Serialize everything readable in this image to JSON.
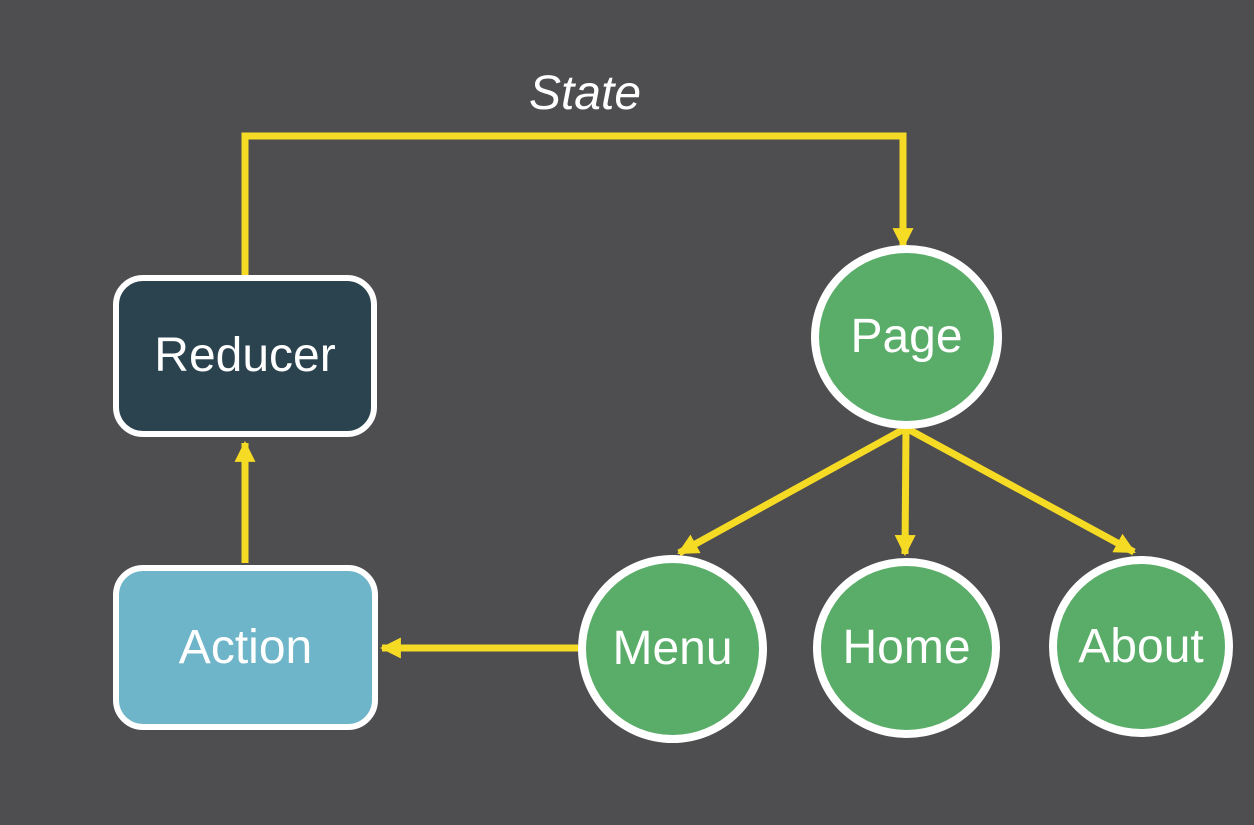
{
  "diagram": {
    "type": "flow-diagram",
    "background_color": "#4E4D4F",
    "colors": {
      "background": "#4E4D4F",
      "arrow": "#F6DB25",
      "node_border": "#FFFFFF",
      "label_text": "#FFFFFF",
      "reducer_fill": "#2B434E",
      "action_fill": "#6FB5C9",
      "circle_fill": "#5AAD68"
    },
    "nodes": [
      {
        "id": "reducer",
        "label": "Reducer",
        "shape": "rounded-rect"
      },
      {
        "id": "action",
        "label": "Action",
        "shape": "rounded-rect"
      },
      {
        "id": "page",
        "label": "Page",
        "shape": "circle"
      },
      {
        "id": "menu",
        "label": "Menu",
        "shape": "circle"
      },
      {
        "id": "home",
        "label": "Home",
        "shape": "circle"
      },
      {
        "id": "about",
        "label": "About",
        "shape": "circle"
      }
    ],
    "edges": [
      {
        "from": "reducer",
        "to": "page",
        "label": "State"
      },
      {
        "from": "action",
        "to": "reducer",
        "label": ""
      },
      {
        "from": "menu",
        "to": "action",
        "label": ""
      },
      {
        "from": "page",
        "to": "menu",
        "label": ""
      },
      {
        "from": "page",
        "to": "home",
        "label": ""
      },
      {
        "from": "page",
        "to": "about",
        "label": ""
      }
    ]
  }
}
